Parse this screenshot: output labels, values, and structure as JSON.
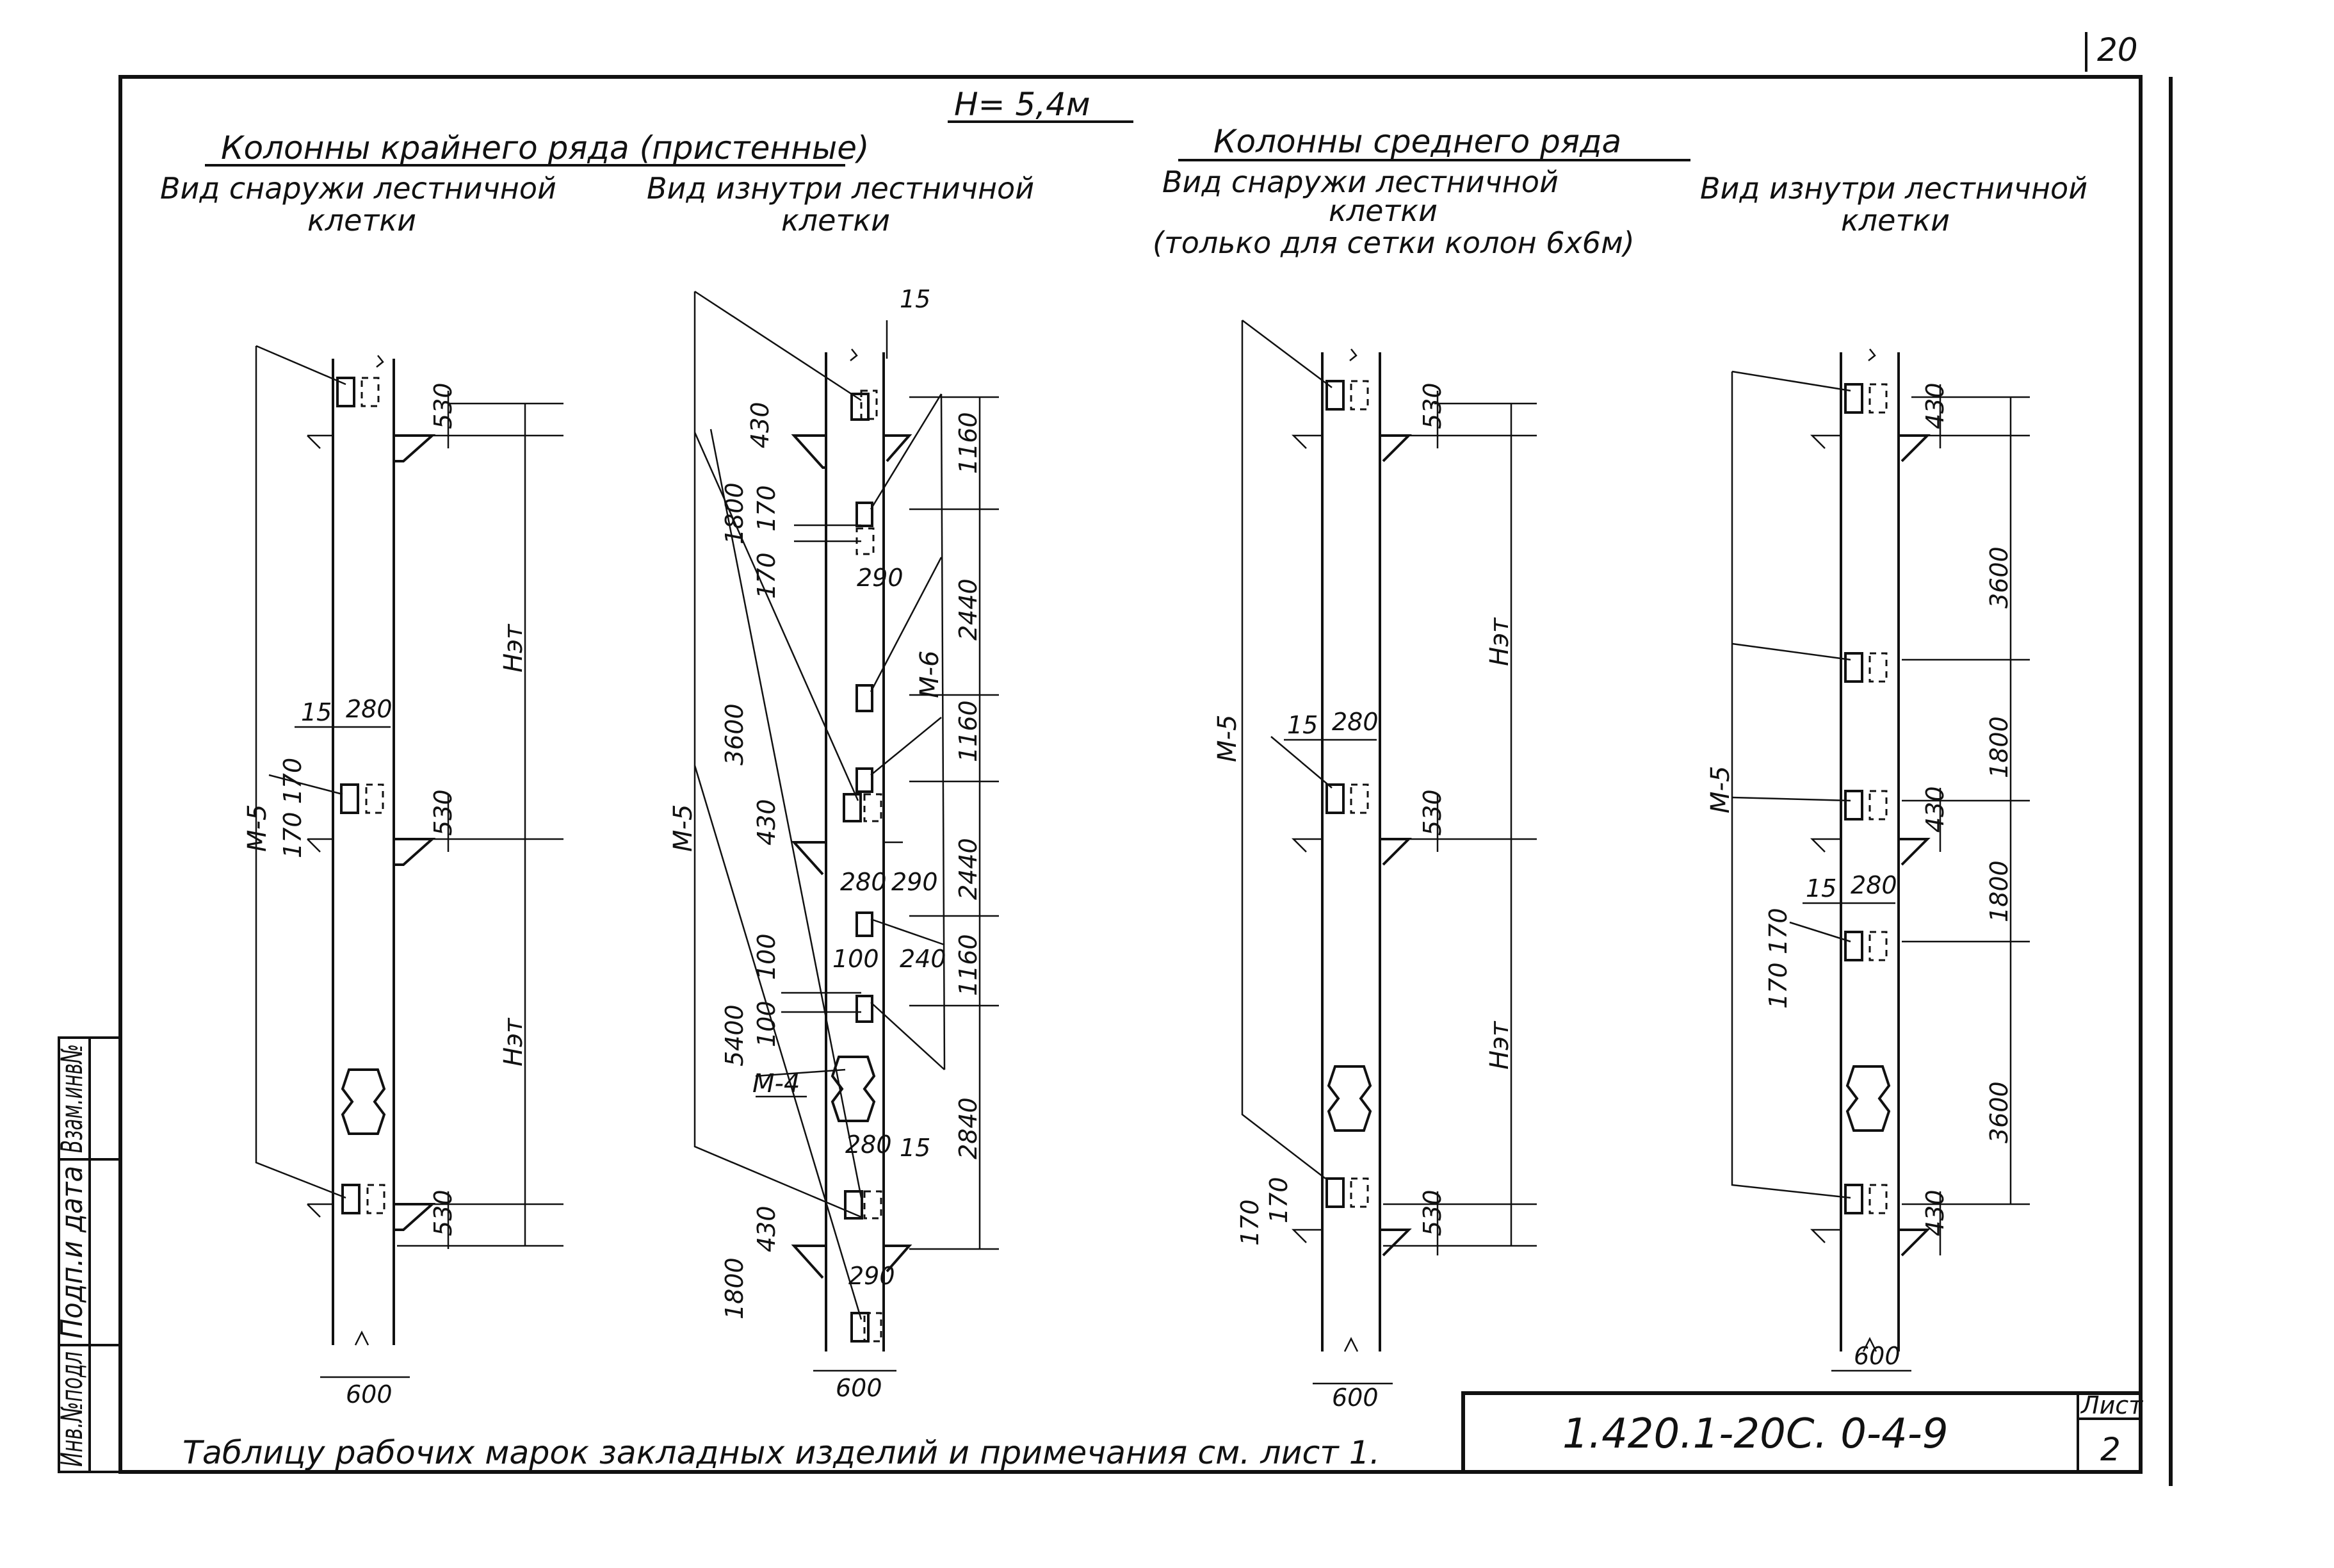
{
  "sheet_number_top": "20",
  "height_label": "Н= 5,4м",
  "groups": {
    "edge": "Колонны крайнего ряда (пристенные)",
    "middle": "Колонны среднего ряда"
  },
  "views": {
    "v1_line1": "Вид снаружи лестничной",
    "v1_line2": "клетки",
    "v2_line1": "Вид изнутри лестничной",
    "v2_line2": "клетки",
    "v3_line1": "Вид снаружи лестничной",
    "v3_line2": "клетки",
    "v3_line3": "(только для сетки колон 6х6м)",
    "v4_line1": "Вид изнутри лестничной",
    "v4_line2": "клетки"
  },
  "dims": {
    "d15": "15",
    "d280": "280",
    "d290": "290",
    "d170": "170",
    "d430": "430",
    "d530": "530",
    "d600": "600",
    "d100": "100",
    "d240": "240",
    "d1160": "1160",
    "d1800": "1800",
    "d2440": "2440",
    "d2840": "2840",
    "d3600": "3600",
    "d5400": "5400",
    "d170170": "170 170",
    "het": "Нэт"
  },
  "marks": {
    "m5": "М-5",
    "m6": "М-6",
    "m4": "М-4"
  },
  "footer_note": "Таблицу рабочих марок закладных изделий и примечания см. лист 1.",
  "doc_code": "1.420.1-20С. 0-4-9",
  "list_label": "Лист",
  "list_number": "2",
  "side_stamp": {
    "inv_podl": "Инв.№подл",
    "podp_data": "Подп.и дата",
    "vzam_inv": "Взам.инв№"
  }
}
